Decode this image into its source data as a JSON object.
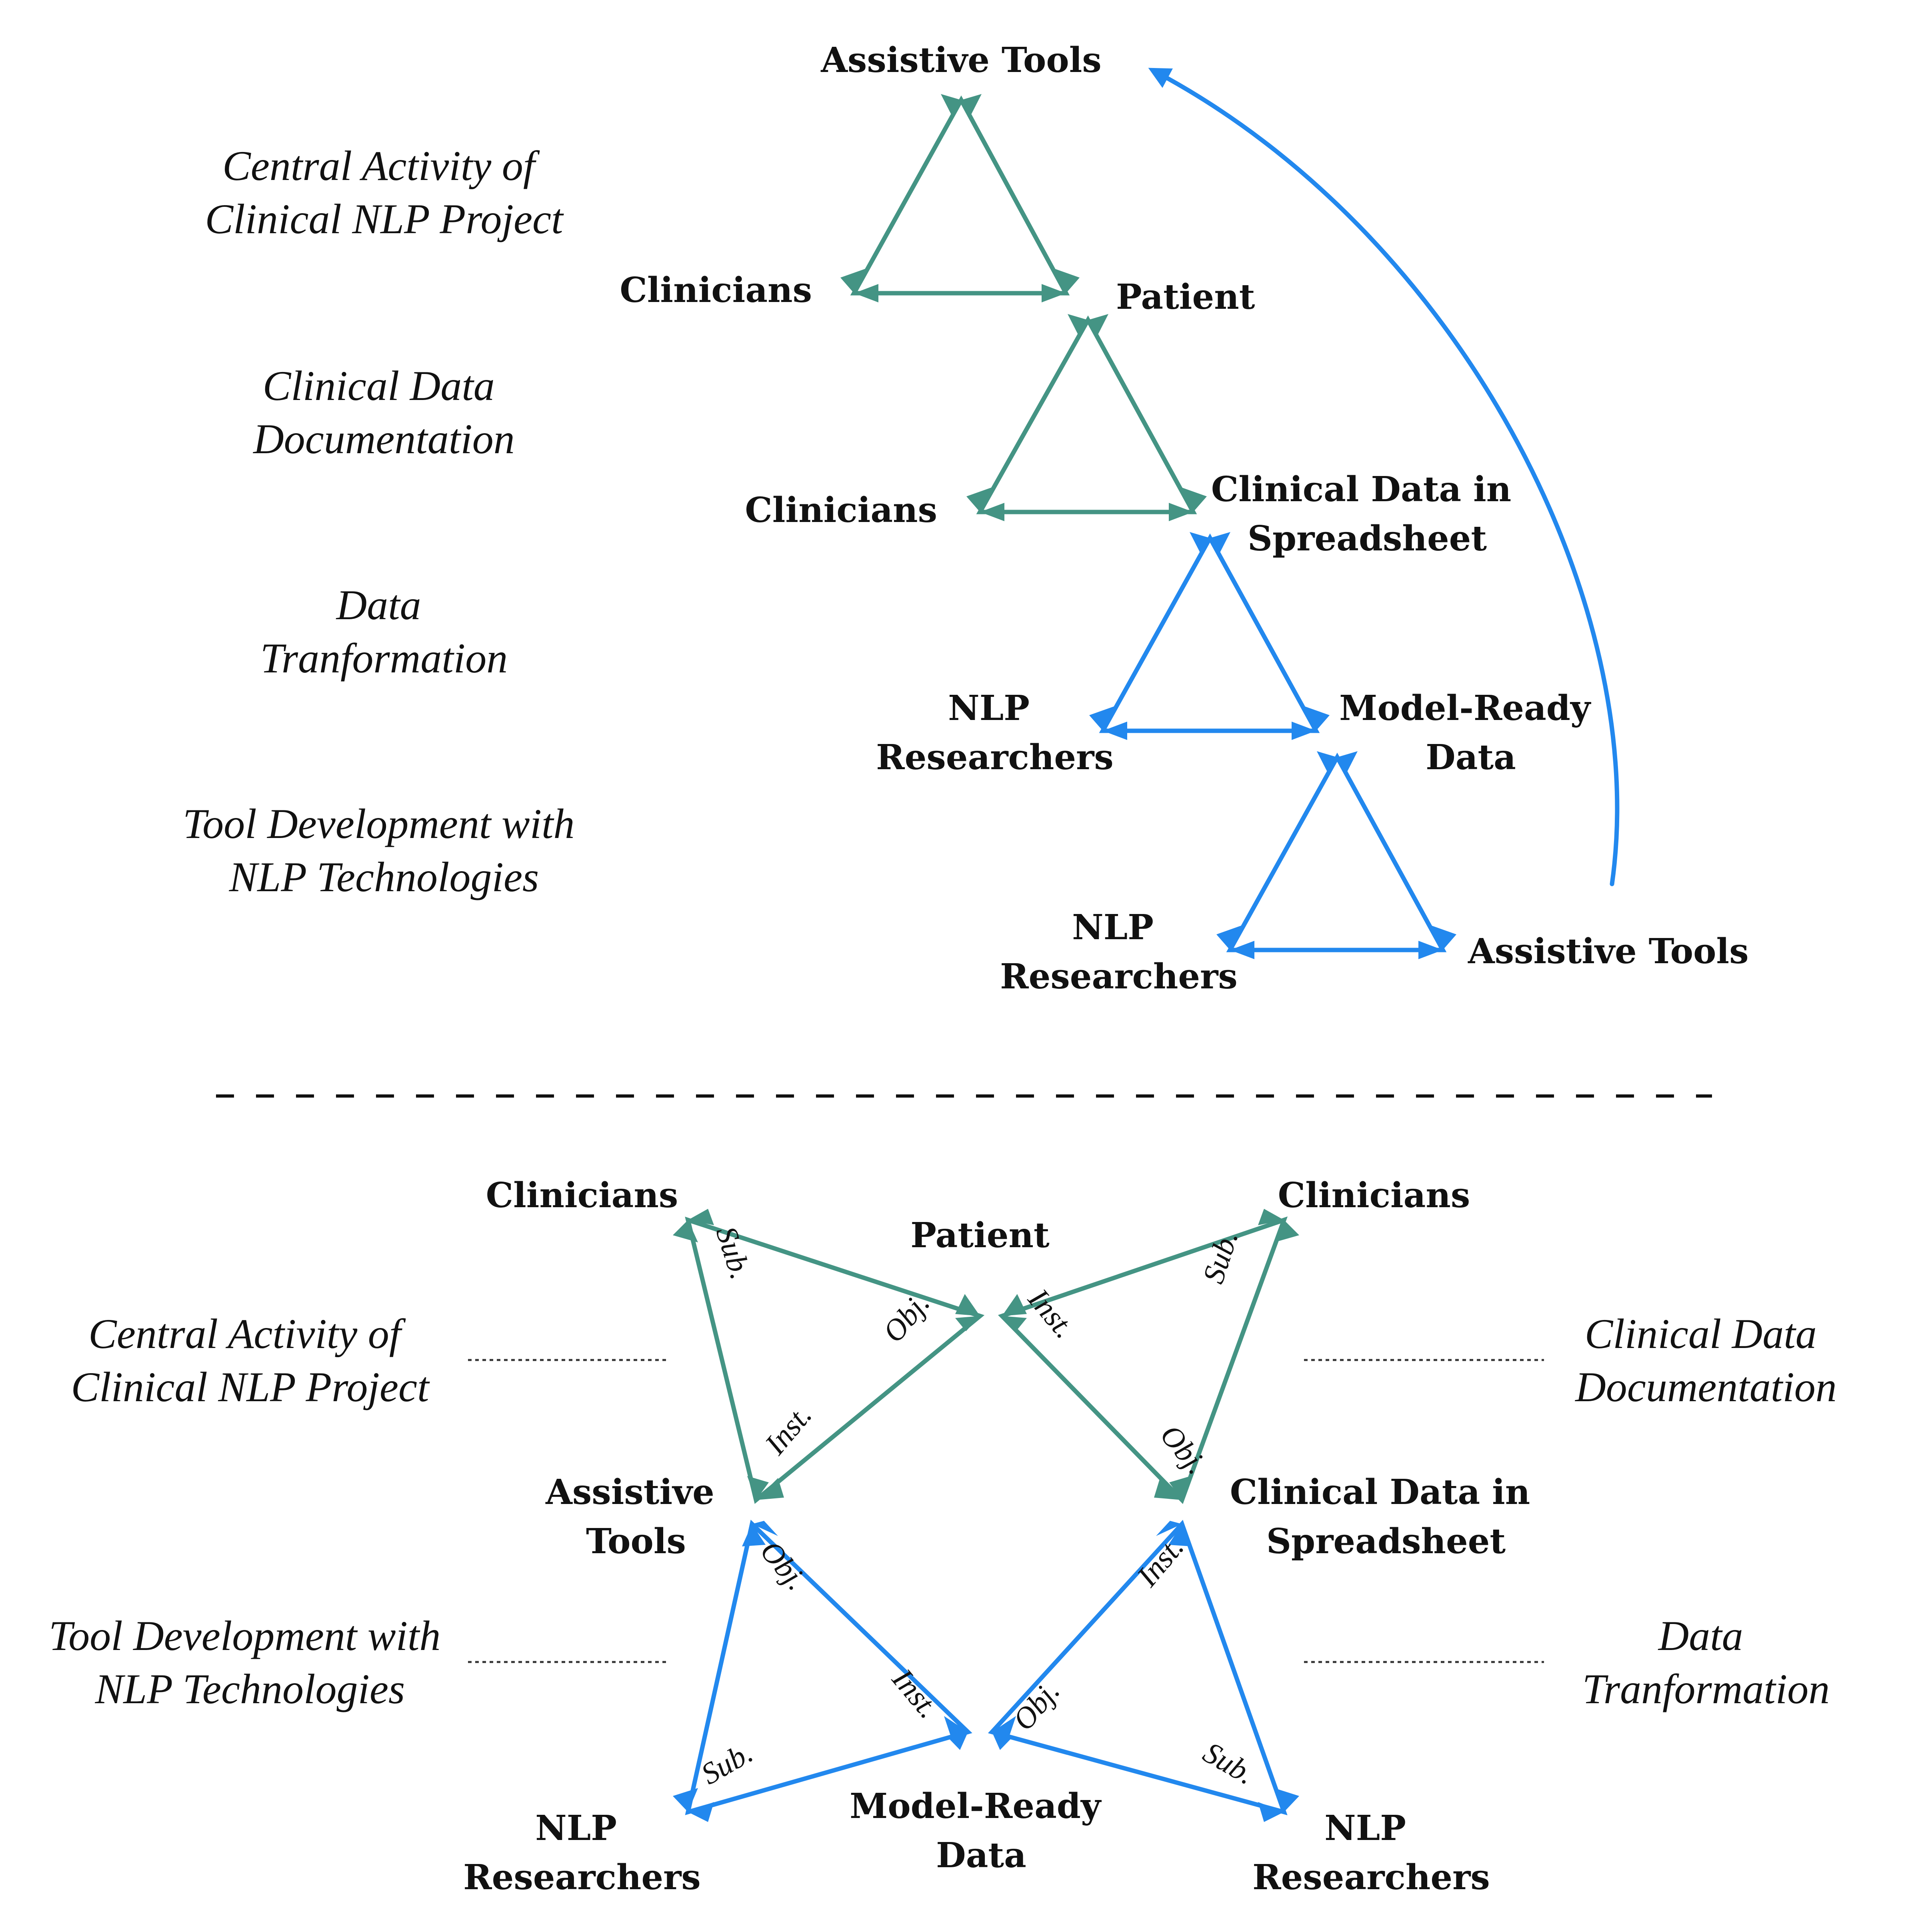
{
  "colors": {
    "green": "#449484",
    "blue": "#2288ee",
    "divider": "#111111"
  },
  "top": {
    "labels": {
      "assistive_tools_top": "Assistive Tools",
      "clinicians_1": "Clinicians",
      "patient": "Patient",
      "clinicians_2": "Clinicians",
      "clinical_data": [
        "Clinical Data in",
        "Spreadsheet"
      ],
      "nlp_researchers_1": [
        "NLP",
        "Researchers"
      ],
      "model_ready_data": [
        "Model-Ready",
        "Data"
      ],
      "nlp_researchers_2": [
        "NLP",
        "Researchers"
      ],
      "assistive_tools_bottom": "Assistive Tools"
    },
    "activities": {
      "central": [
        "Central Activity of",
        "Clinical NLP Project"
      ],
      "documentation": [
        "Clinical Data",
        "Documentation"
      ],
      "transformation": [
        "Data",
        "Tranformation"
      ],
      "tool_development": [
        "Tool Development with",
        "NLP Technologies"
      ]
    }
  },
  "bottom": {
    "labels": {
      "clinicians_left": "Clinicians",
      "clinicians_right": "Clinicians",
      "patient": "Patient",
      "assistive_tools": [
        "Assistive",
        "Tools"
      ],
      "clinical_data": [
        "Clinical Data in",
        "Spreadsheet"
      ],
      "model_ready_data": [
        "Model-Ready",
        "Data"
      ],
      "nlp_researchers_left": [
        "NLP",
        "Researchers"
      ],
      "nlp_researchers_right": [
        "NLP",
        "Researchers"
      ]
    },
    "activities": {
      "central": [
        "Central Activity of",
        "Clinical NLP Project"
      ],
      "documentation": [
        "Clinical Data",
        "Documentation"
      ],
      "tool_development": [
        "Tool Development with",
        "NLP Technologies"
      ],
      "transformation": [
        "Data",
        "Tranformation"
      ]
    },
    "roles": {
      "subject": "Sub.",
      "object": "Obj.",
      "instrument": "Inst."
    }
  }
}
